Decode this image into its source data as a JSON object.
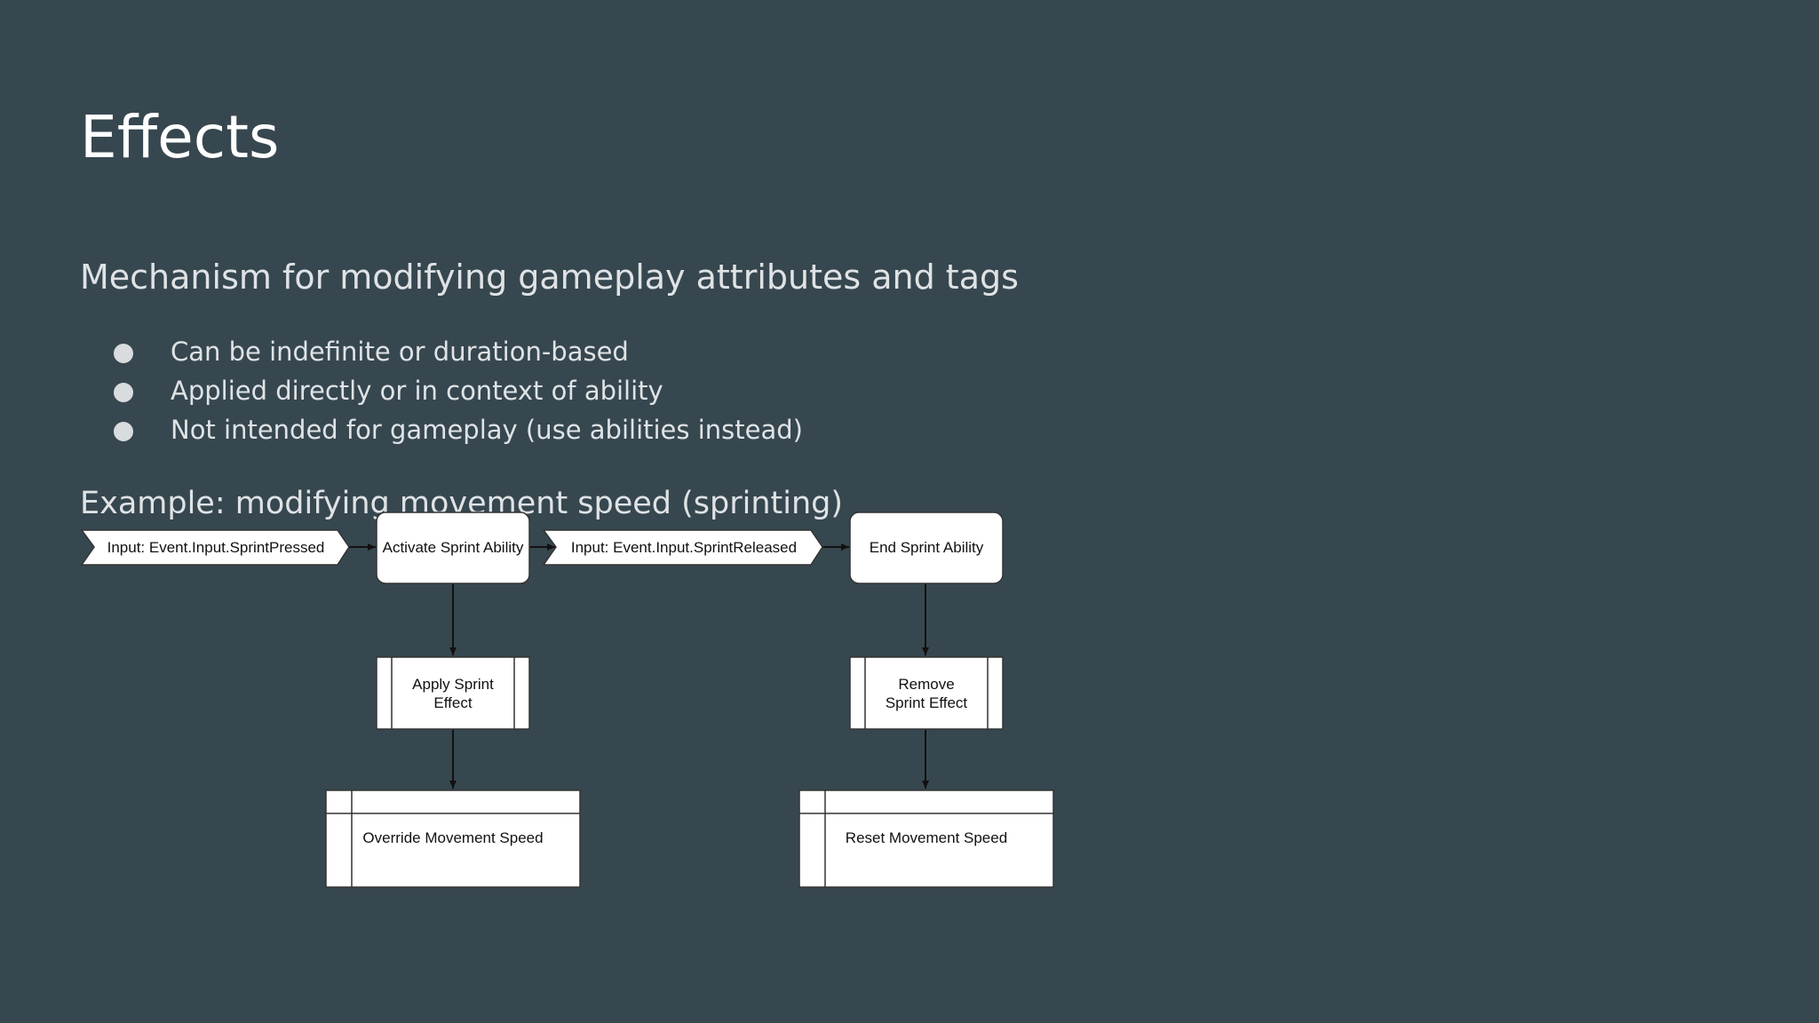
{
  "slide": {
    "title": "Effects",
    "subtitle": "Mechanism for modifying gameplay attributes and tags",
    "bullets": [
      "Can be indefinite or duration-based",
      "Applied directly or in context of ability",
      "Not intended for gameplay (use abilities instead)"
    ],
    "example": "Example: modifying movement speed (sprinting)"
  },
  "diagram": {
    "nodes": {
      "input_pressed": {
        "label": "Input: Event.Input.SprintPressed",
        "shape": "input-tag"
      },
      "activate_ability": {
        "label": "Activate Sprint Ability",
        "shape": "rounded-rect"
      },
      "input_released": {
        "label": "Input: Event.Input.SprintReleased",
        "shape": "input-tag"
      },
      "end_ability": {
        "label": "End Sprint Ability",
        "shape": "rounded-rect"
      },
      "apply_effect": {
        "label_lines": [
          "Apply Sprint",
          "Effect"
        ],
        "shape": "subprocess"
      },
      "remove_effect": {
        "label_lines": [
          "Remove",
          "Sprint Effect"
        ],
        "shape": "subprocess"
      },
      "override_speed": {
        "label": "Override Movement Speed",
        "shape": "internal-storage"
      },
      "reset_speed": {
        "label": "Reset Movement Speed",
        "shape": "internal-storage"
      }
    },
    "edges": [
      {
        "from": "input_pressed",
        "to": "activate_ability"
      },
      {
        "from": "activate_ability",
        "to": "input_released"
      },
      {
        "from": "input_released",
        "to": "end_ability"
      },
      {
        "from": "activate_ability",
        "to": "apply_effect"
      },
      {
        "from": "apply_effect",
        "to": "override_speed"
      },
      {
        "from": "end_ability",
        "to": "remove_effect"
      },
      {
        "from": "remove_effect",
        "to": "reset_speed"
      }
    ],
    "colors": {
      "node_fill": "#ffffff",
      "node_stroke": "#333333",
      "edge": "#111111",
      "background": "#37474f"
    }
  }
}
